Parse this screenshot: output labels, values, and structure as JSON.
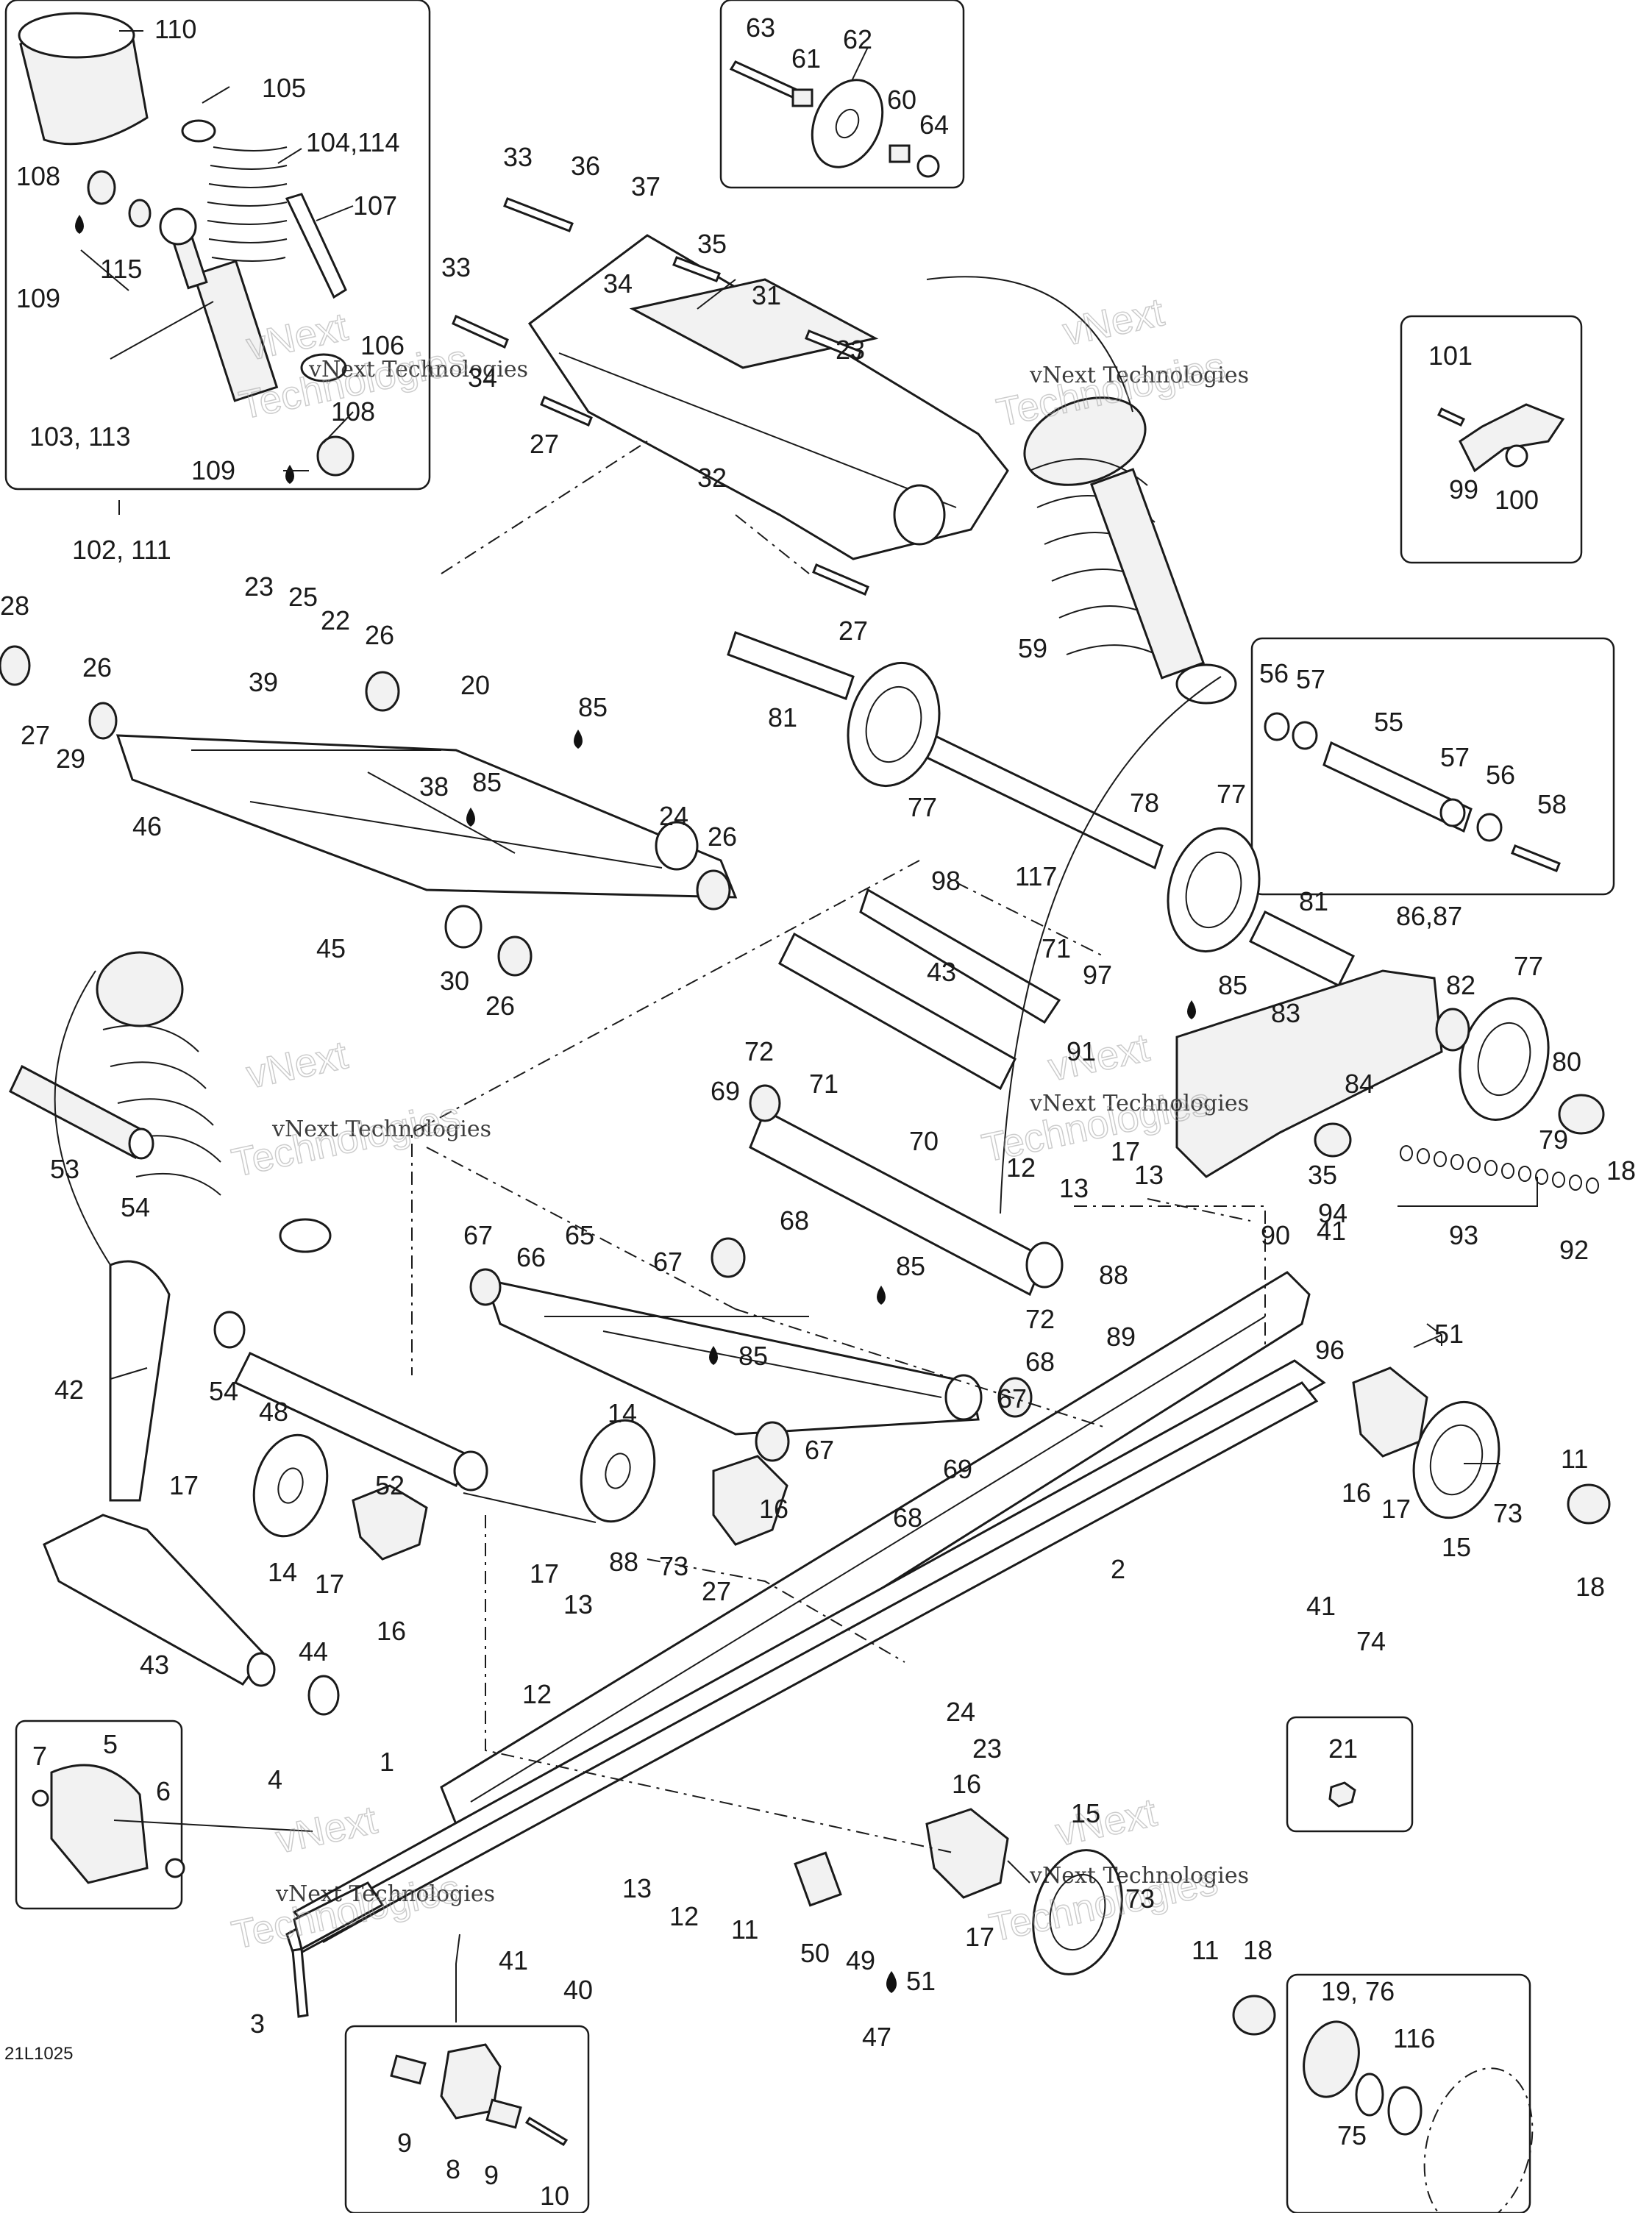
{
  "diagram_code": "21L1025",
  "watermark": {
    "line1": "vNext Technologies",
    "line2a": "vNext",
    "line2b": "Technologies"
  },
  "callouts": {
    "c1": "1",
    "c2": "2",
    "c3": "3",
    "c4": "4",
    "c5": "5",
    "c6": "6",
    "c7": "7",
    "c8": "8",
    "c9": "9",
    "c10": "10",
    "c11": "11",
    "c12": "12",
    "c13": "13",
    "c14": "14",
    "c15": "15",
    "c16": "16",
    "c17": "17",
    "c18": "18",
    "c19_76": "19, 76",
    "c20": "20",
    "c21": "21",
    "c22": "22",
    "c23": "23",
    "c24": "24",
    "c25": "25",
    "c26": "26",
    "c27": "27",
    "c28": "28",
    "c29": "29",
    "c30": "30",
    "c31": "31",
    "c32": "32",
    "c33": "33",
    "c34": "34",
    "c35": "35",
    "c36": "36",
    "c37": "37",
    "c38": "38",
    "c39": "39",
    "c40": "40",
    "c41": "41",
    "c42": "42",
    "c43": "43",
    "c44": "44",
    "c45": "45",
    "c46": "46",
    "c47": "47",
    "c48": "48",
    "c49": "49",
    "c50": "50",
    "c51": "51",
    "c52": "52",
    "c53": "53",
    "c54": "54",
    "c55": "55",
    "c56": "56",
    "c57": "57",
    "c58": "58",
    "c59": "59",
    "c60": "60",
    "c61": "61",
    "c62": "62",
    "c63": "63",
    "c64": "64",
    "c65": "65",
    "c66": "66",
    "c67": "67",
    "c68": "68",
    "c69": "69",
    "c70": "70",
    "c71": "71",
    "c72": "72",
    "c73": "73",
    "c74": "74",
    "c75": "75",
    "c77": "77",
    "c78": "78",
    "c79": "79",
    "c80": "80",
    "c81": "81",
    "c82": "82",
    "c83": "83",
    "c84": "84",
    "c85": "85",
    "c86_87": "86,87",
    "c88": "88",
    "c89": "89",
    "c90": "90",
    "c91": "91",
    "c92": "92",
    "c93": "93",
    "c94": "94",
    "c96": "96",
    "c97": "97",
    "c98": "98",
    "c99": "99",
    "c100": "100",
    "c101": "101",
    "c102_111": "102, 111",
    "c103_113": "103, 113",
    "c104_114": "104,114",
    "c105": "105",
    "c106": "106",
    "c107": "107",
    "c108": "108",
    "c109": "109",
    "c110": "110",
    "c115": "115",
    "c116": "116",
    "c117": "117"
  }
}
